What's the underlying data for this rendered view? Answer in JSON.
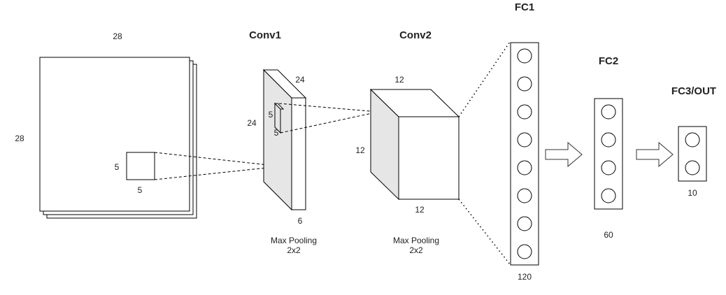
{
  "input": {
    "width_label": "28",
    "height_label": "28",
    "kernel_w_label": "5",
    "kernel_h_label": "5"
  },
  "conv1": {
    "title": "Conv1",
    "width_label": "24",
    "height_label": "24",
    "depth_label": "6",
    "kernel_w_label": "5",
    "kernel_h_label": "5",
    "pooling_line1": "Max Pooling",
    "pooling_line2": "2x2"
  },
  "conv2": {
    "title": "Conv2",
    "width_label": "12",
    "height_label": "12",
    "depth_label": "12",
    "pooling_line1": "Max Pooling",
    "pooling_line2": "2x2"
  },
  "fc1": {
    "title": "FC1",
    "size_label": "120",
    "node_count": 8
  },
  "fc2": {
    "title": "FC2",
    "size_label": "60",
    "node_count": 4
  },
  "fc3": {
    "title": "FC3/OUT",
    "size_label": "10",
    "node_count": 2
  }
}
